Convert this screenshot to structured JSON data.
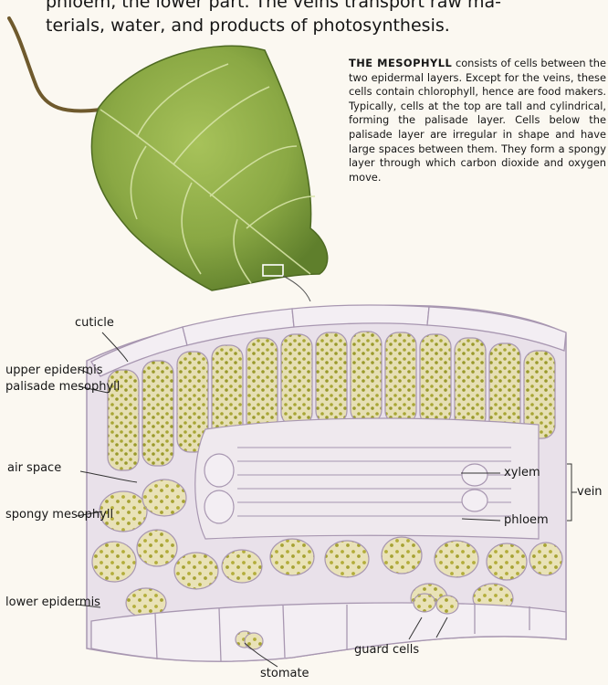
{
  "intro": {
    "line1": "phloem, the lower part. The veins transport raw ma-",
    "line2": "terials, water, and products of photosynthesis."
  },
  "mesophyll": {
    "heading": "THE MESOPHYLL",
    "body": "consists of cells between the two epidermal layers. Except for the veins, these cells contain chlorophyll, hence are food makers. Typically, cells at the top are tall and cylindrical, forming the palisade layer. Cells below the palisade layer are irregular in shape and have large spaces between them. They form a spongy layer through which carbon dioxide and oxygen move."
  },
  "labels": {
    "cuticle": "cuticle",
    "upper_epidermis": "upper epidermis",
    "palisade_mesophyll": "palisade mesophyll",
    "air_space": "air space",
    "spongy_mesophyll": "spongy mesophyll",
    "lower_epidermis": "lower epidermis",
    "xylem": "xylem",
    "phloem": "phloem",
    "vein": "vein",
    "guard_cells": "guard cells",
    "stomate": "stomate"
  },
  "colors": {
    "leaf": "#8fae45",
    "cell_wall": "#b7a7bf",
    "cell_fill": "#ede6ea",
    "chloroplast": "#a8a635"
  }
}
